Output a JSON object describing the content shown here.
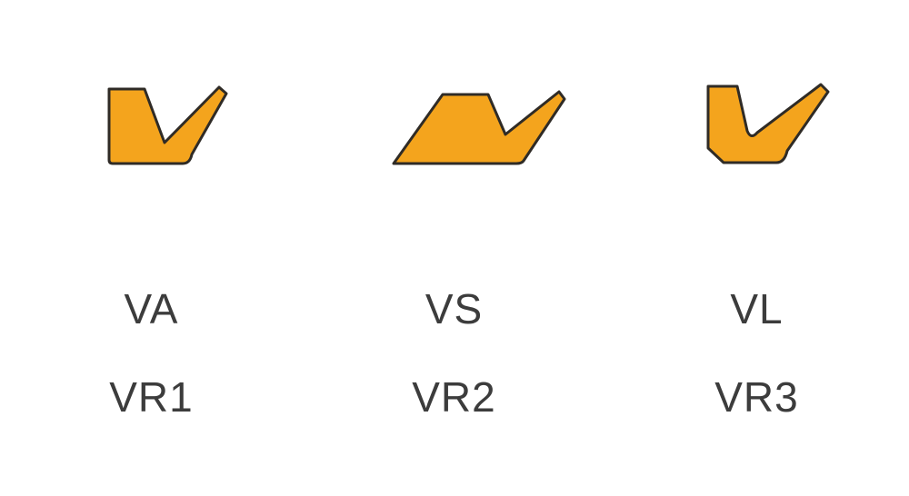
{
  "diagram": {
    "description": "Three V-ring seal cross-section profiles with type designations",
    "items": [
      {
        "shape": "seal-profile-va",
        "top_label": "VA",
        "bottom_label": "VR1"
      },
      {
        "shape": "seal-profile-vs",
        "top_label": "VS",
        "bottom_label": "VR2"
      },
      {
        "shape": "seal-profile-vl",
        "top_label": "VL",
        "bottom_label": "VR3"
      }
    ]
  },
  "colors": {
    "seal-fill": "#F4A41D",
    "seal-stroke": "#2F2B26",
    "label-text": "#3C3C3C",
    "background": "#FFFFFF"
  }
}
